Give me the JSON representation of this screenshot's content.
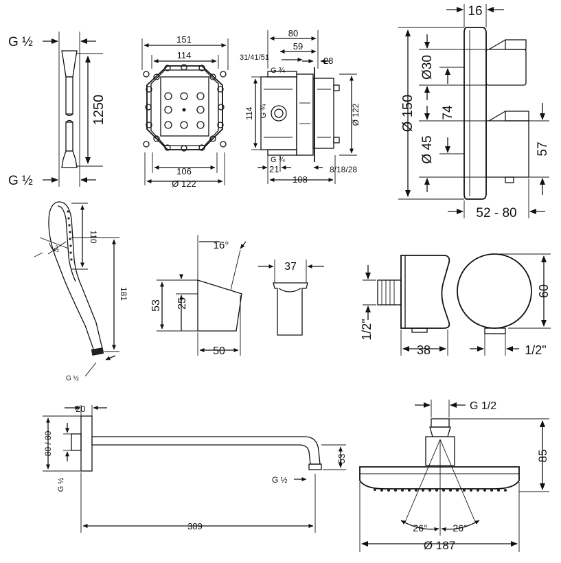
{
  "hose": {
    "thread_top": "G ½",
    "thread_bottom": "G ½",
    "length": "1250"
  },
  "ibox_front": {
    "w_outer": "151",
    "w_inner": "114",
    "w_bottom": "106",
    "dia": "Ø 122"
  },
  "ibox_side": {
    "d80": "80",
    "d59": "59",
    "d31": "31/41/51",
    "d28": "28",
    "g_top": "G ¾",
    "g_mid": "G ¾",
    "g_bot": "G ¾",
    "h114": "114",
    "dia122": "Ø 122",
    "d21": "21",
    "d108": "108",
    "d8": "8/18/28"
  },
  "thermostat": {
    "d16": "16",
    "dia150": "Ø 150",
    "dia30": "Ø30",
    "d74": "74",
    "dia45": "Ø 45",
    "d57": "57",
    "d52": "52 - 80"
  },
  "handshower": {
    "d110": "110",
    "d181": "181",
    "ang": "5°",
    "thread": "G ½"
  },
  "holder": {
    "ang": "16°",
    "d53": "53",
    "d25": "25",
    "d50": "50"
  },
  "bracket": {
    "d37": "37"
  },
  "outlet": {
    "d12a": "1/2\"",
    "d38": "38",
    "d60": "60",
    "d12b": "1/2\""
  },
  "arm": {
    "d20": "20",
    "d80": "80 / 80",
    "g": "G ½",
    "g2": "G ½",
    "d53": "53",
    "d389": "389"
  },
  "overhead": {
    "g": "G 1/2",
    "d85": "85",
    "a1": "26°",
    "a2": "26°",
    "dia187": "Ø 187"
  }
}
